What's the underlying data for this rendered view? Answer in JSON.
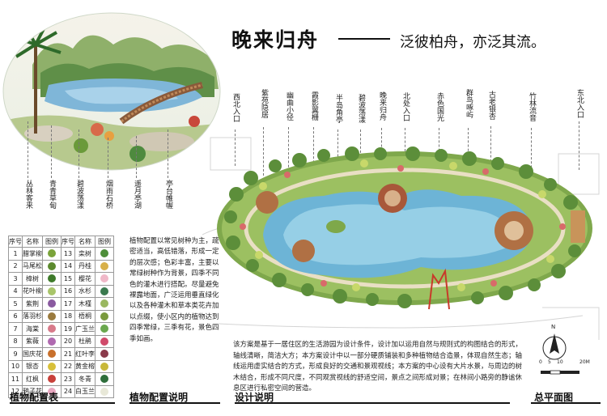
{
  "title": "晚来归舟",
  "subtitle": "泛彼柏舟，亦泛其流。",
  "sketch_labels": [
    "丛林客来",
    "青青草甸",
    "碧波荡漾",
    "烟雨石桥",
    "遥月亭湖",
    "亭台帷幄"
  ],
  "plan_labels": [
    "西北入口",
    "紫苑隐居",
    "幽曲小径",
    "霞影翼栅",
    "半岛角亭",
    "碧波荡漾",
    "晚来归舟",
    "北处入口",
    "赤色国光",
    "群鸟啄屿",
    "古老银杏",
    "竹林流音",
    "东北入口"
  ],
  "plant_table": {
    "headers": [
      "序号",
      "名称",
      "图例",
      "序号",
      "名称",
      "图例"
    ],
    "rows": [
      [
        "1",
        "腊掌柳",
        "13",
        "栾树"
      ],
      [
        "2",
        "马尾松",
        "14",
        "丹桂"
      ],
      [
        "3",
        "樟树",
        "15",
        "樱花"
      ],
      [
        "4",
        "花叶柳",
        "16",
        "水杉"
      ],
      [
        "5",
        "紫荆",
        "17",
        "木槿"
      ],
      [
        "6",
        "落羽杉",
        "18",
        "梧桐"
      ],
      [
        "7",
        "海棠",
        "19",
        "广玉兰"
      ],
      [
        "8",
        "紫薇",
        "20",
        "杜鹃"
      ],
      [
        "9",
        "国庆花",
        "21",
        "红叶李"
      ],
      [
        "10",
        "银杏",
        "22",
        "黄金榕"
      ],
      [
        "11",
        "红枫",
        "23",
        "冬青"
      ],
      [
        "12",
        "鸦子花",
        "24",
        "白玉兰"
      ]
    ],
    "colors": [
      "#7aa33a",
      "#5c8a2e",
      "#3e7a2a",
      "#a9c56a",
      "#8a5aa0",
      "#9a7a3e",
      "#d87a8a",
      "#b06ab0",
      "#c8702c",
      "#d8c03a",
      "#c8403a",
      "#e8a8c0",
      "#4e8e3a",
      "#d8b04a",
      "#f0b8c8",
      "#3a7a4e",
      "#9ab860",
      "#7a9a3e",
      "#6aa84e",
      "#d04a6a",
      "#8a3a4a",
      "#c8b83a",
      "#2e6e3a",
      "#e8e8d8"
    ]
  },
  "plant_description": "植物配置以常见树种为主，疏密适当，高低错落，形成一定的层次感；色彩丰富，主要以常绿树种作为背景，四季不同色的灌木进行搭配。尽量避免裸露地面，广泛运用垂直绿化以及各种灌木和草本类花卉加以点缀，使小区内的植物达到四季常绿，三季有花，景色四季如画。",
  "design_description": "该方案是基于一居住区的生活游园为设计条件，设计加以运用自然与规则式的构图结合的形式，轴线清晰，简洁大方；本方案设计中以一部分硬质铺装和多种植物结合造景，体现自然生态；轴线运用虚实结合的方式，形成良好的交通和景观视线；本方案的中心设有大片水景，与周边的树木结合，形成不同尺度，不同观赏视线的舒适空间，景点之间形成对景；在林间小路旁的静谧休息区进行私密空间的营造。",
  "section_labels": {
    "plant_table": "植物配置表",
    "plant_desc": "植物配置说明",
    "design_desc": "设计说明",
    "plan": "总平面图"
  },
  "scale": {
    "ticks": [
      "0",
      "5",
      "10",
      "20M"
    ],
    "north": "N"
  }
}
